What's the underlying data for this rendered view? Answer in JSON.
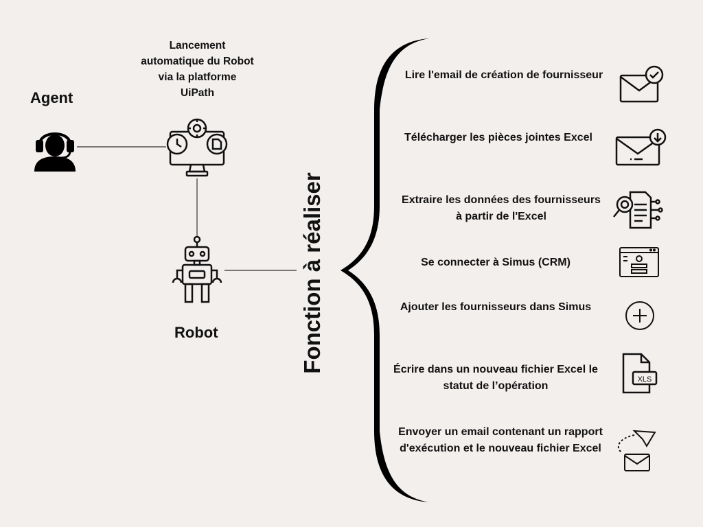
{
  "agent": {
    "label": "Agent",
    "icon": "headset-agent-icon"
  },
  "launch": {
    "label": "Lancement automatique du Robot via la platforme UiPath",
    "icon": "computer-automation-icon"
  },
  "robot": {
    "label": "Robot",
    "icon": "robot-icon"
  },
  "section_title": "Fonction à réaliser",
  "steps": [
    {
      "label": "Lire l'email de création de fournisseur",
      "icon": "email-check-icon"
    },
    {
      "label": "Télécharger les pièces jointes Excel",
      "icon": "email-download-icon"
    },
    {
      "label": "Extraire les données des fournisseurs à partir de l'Excel",
      "icon": "data-extraction-icon"
    },
    {
      "label": "Se connecter à Simus (CRM)",
      "icon": "login-window-icon"
    },
    {
      "label": "Ajouter les fournisseurs dans Simus",
      "icon": "plus-circle-icon"
    },
    {
      "label": "Écrire dans un nouveau fichier Excel le statut de l’opération",
      "icon": "xls-file-icon"
    },
    {
      "label": "Envoyer un email contenant un rapport d'exécution et le nouveau fichier Excel",
      "icon": "send-email-icon"
    }
  ]
}
